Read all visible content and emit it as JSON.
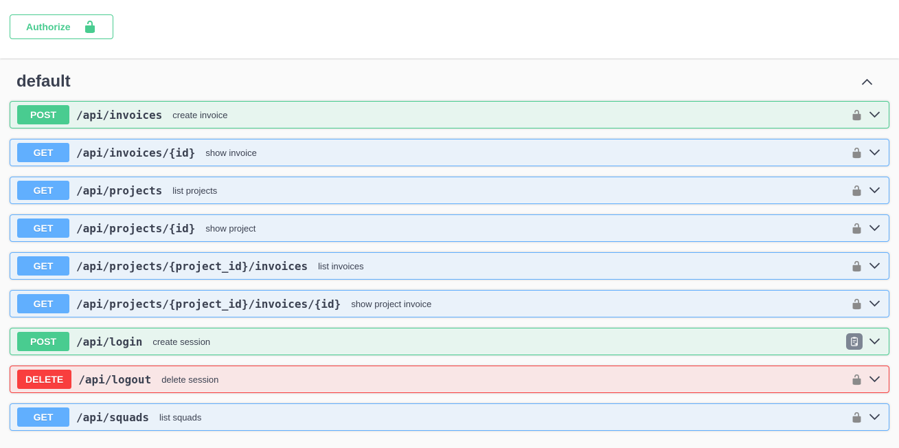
{
  "page": {
    "background": "#fafafa",
    "scheme_bar_background": "#ffffff"
  },
  "authorize": {
    "label": "Authorize",
    "accent_color": "#49cc90",
    "icon": "unlocked-padlock"
  },
  "section": {
    "title": "default",
    "collapse_icon": "chevron-up"
  },
  "method_styles": {
    "GET": {
      "accent": "#61affe",
      "row_background": "rgba(97,175,254,0.1)"
    },
    "POST": {
      "accent": "#49cc90",
      "row_background": "rgba(73,204,144,0.1)"
    },
    "DELETE": {
      "accent": "#f93e3e",
      "row_background": "rgba(249,62,62,0.1)"
    }
  },
  "icons": {
    "row_lock": "unlocked-padlock",
    "row_lock_color": "#8a8a8a",
    "copy_button_background": "#7d8593",
    "expand_icon": "chevron-down",
    "expand_icon_color": "#3b4151"
  },
  "endpoints": [
    {
      "method": "POST",
      "path": "/api/invoices",
      "description": "create invoice",
      "right_button": "unlocked-padlock"
    },
    {
      "method": "GET",
      "path": "/api/invoices/{id}",
      "description": "show invoice",
      "right_button": "unlocked-padlock"
    },
    {
      "method": "GET",
      "path": "/api/projects",
      "description": "list projects",
      "right_button": "unlocked-padlock"
    },
    {
      "method": "GET",
      "path": "/api/projects/{id}",
      "description": "show project",
      "right_button": "unlocked-padlock"
    },
    {
      "method": "GET",
      "path": "/api/projects/{project_id}/invoices",
      "description": "list invoices",
      "right_button": "unlocked-padlock"
    },
    {
      "method": "GET",
      "path": "/api/projects/{project_id}/invoices/{id}",
      "description": "show project invoice",
      "right_button": "unlocked-padlock"
    },
    {
      "method": "POST",
      "path": "/api/login",
      "description": "create session",
      "right_button": "copy-to-clipboard"
    },
    {
      "method": "DELETE",
      "path": "/api/logout",
      "description": "delete session",
      "right_button": "unlocked-padlock"
    },
    {
      "method": "GET",
      "path": "/api/squads",
      "description": "list squads",
      "right_button": "unlocked-padlock"
    }
  ]
}
